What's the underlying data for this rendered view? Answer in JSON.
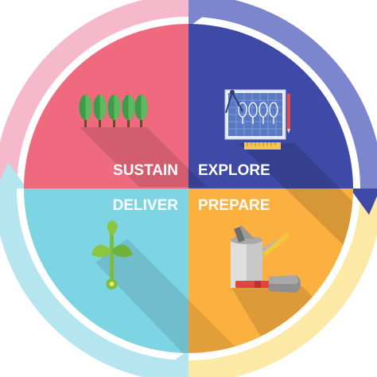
{
  "diagram": {
    "quadrants": [
      {
        "id": "sustain",
        "label": "SUSTAIN",
        "color": "#f06a7f",
        "icon": "trees-icon"
      },
      {
        "id": "explore",
        "label": "EXPLORE",
        "color": "#3f4aa6",
        "icon": "blueprint-icon"
      },
      {
        "id": "deliver",
        "label": "DELIVER",
        "color": "#7dd4e2",
        "icon": "sprout-icon"
      },
      {
        "id": "prepare",
        "label": "PREPARE",
        "color": "#fbb040",
        "icon": "garden-tools-icon"
      }
    ],
    "ring_colors": {
      "top_left": "#f6b8cb",
      "top_right": "#7b86cc",
      "bottom_right": "#fde9a6",
      "bottom_left": "#b5e6ef"
    }
  }
}
